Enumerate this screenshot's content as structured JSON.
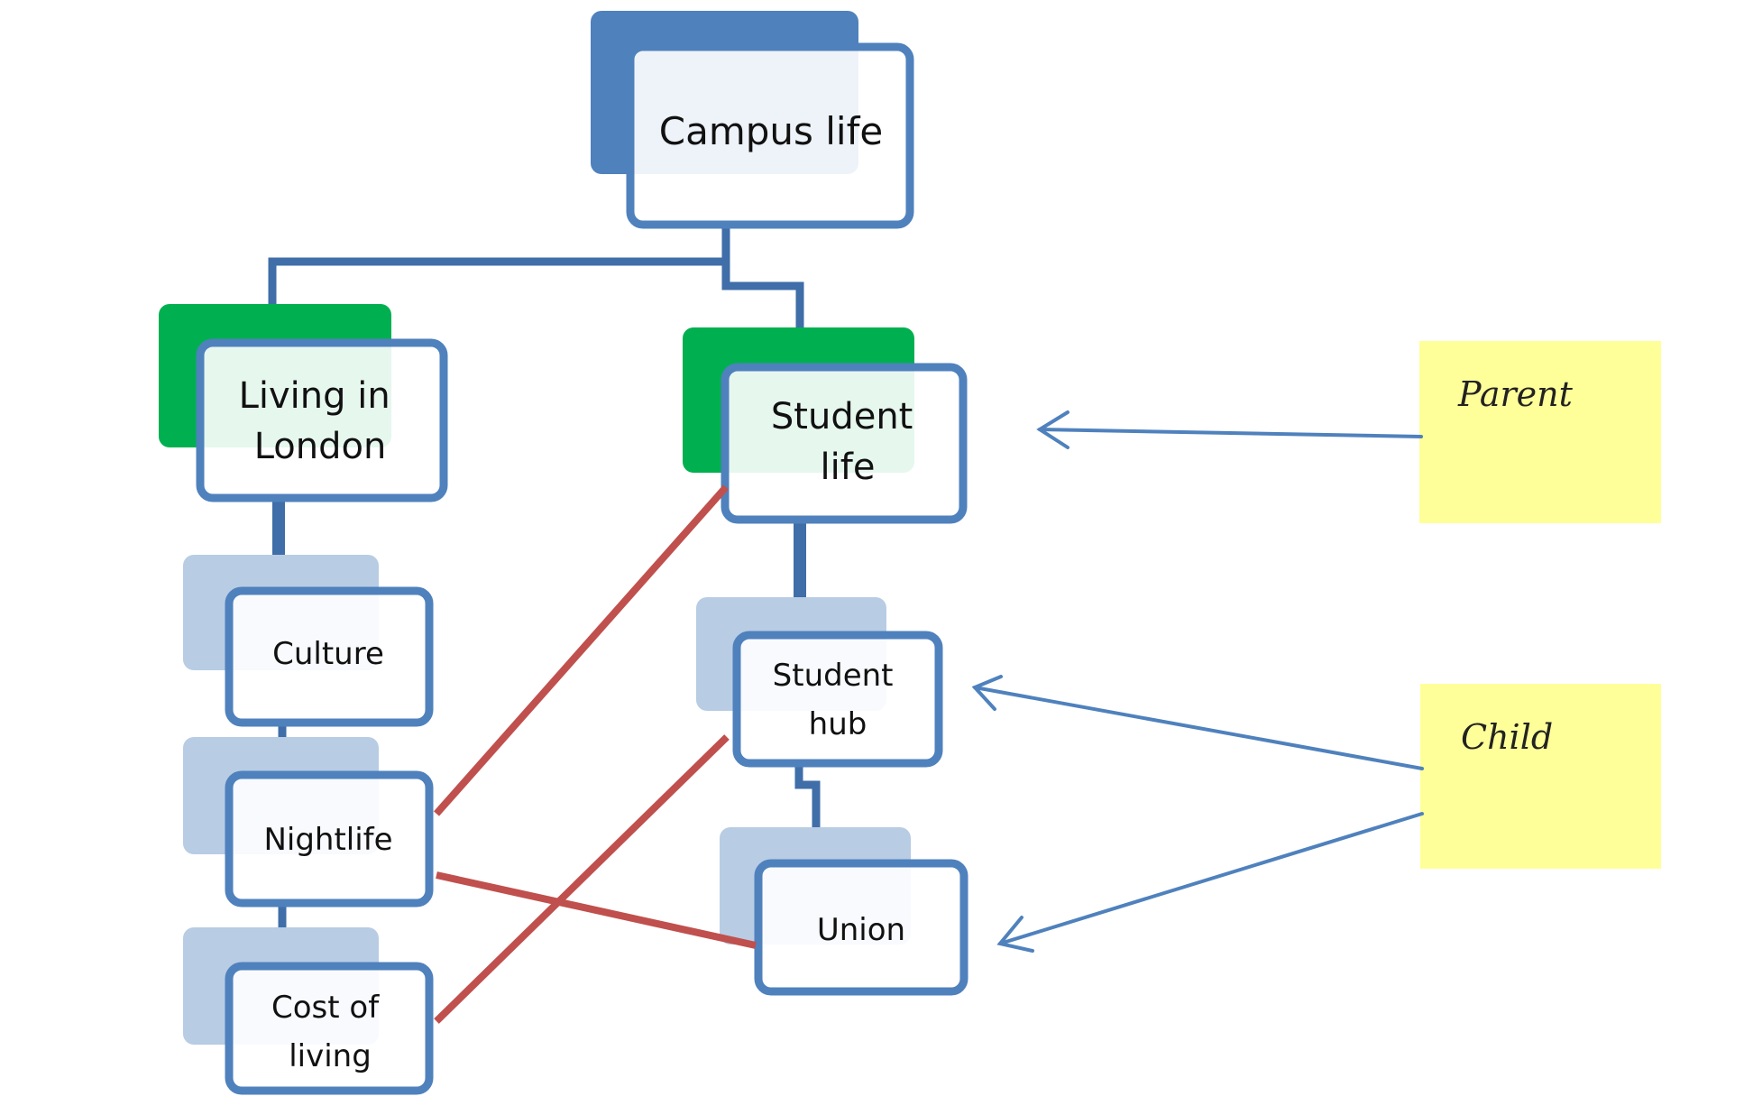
{
  "diagram": {
    "root": {
      "id": "campus-life",
      "lines": [
        "Campus life"
      ],
      "level": "root"
    },
    "categories": [
      {
        "id": "living-in-london",
        "lines": [
          "Living in",
          "London"
        ],
        "level": "parent",
        "children": [
          {
            "id": "culture",
            "lines": [
              "Culture"
            ]
          },
          {
            "id": "nightlife",
            "lines": [
              "Nightlife"
            ]
          },
          {
            "id": "cost-of-living",
            "lines": [
              "Cost of",
              "living"
            ]
          }
        ]
      },
      {
        "id": "student-life",
        "lines": [
          "Student",
          "life"
        ],
        "level": "parent",
        "children": [
          {
            "id": "student-hub",
            "lines": [
              "Student",
              "hub"
            ]
          },
          {
            "id": "union",
            "lines": [
              "Union"
            ]
          }
        ]
      }
    ],
    "cross_links": [
      {
        "from": "nightlife",
        "to": "student-life"
      },
      {
        "from": "cost-of-living",
        "to": "student-hub"
      },
      {
        "from": "nightlife",
        "to": "union"
      }
    ],
    "notes": [
      {
        "id": "parent-note",
        "label": "Parent",
        "points_to": [
          "student-life"
        ]
      },
      {
        "id": "child-note",
        "label": "Child",
        "points_to": [
          "student-hub",
          "union"
        ]
      }
    ]
  },
  "colors": {
    "root_back": "#4f81bd",
    "parent_back": "#00b050",
    "child_back": "#b8cce4",
    "box_border": "#4f81bd",
    "box_fill": "#ffffff",
    "connector": "#3f6ea8",
    "cross_link": "#c0504d",
    "note_fill": "#ffff99",
    "arrow": "#4f81bd"
  }
}
